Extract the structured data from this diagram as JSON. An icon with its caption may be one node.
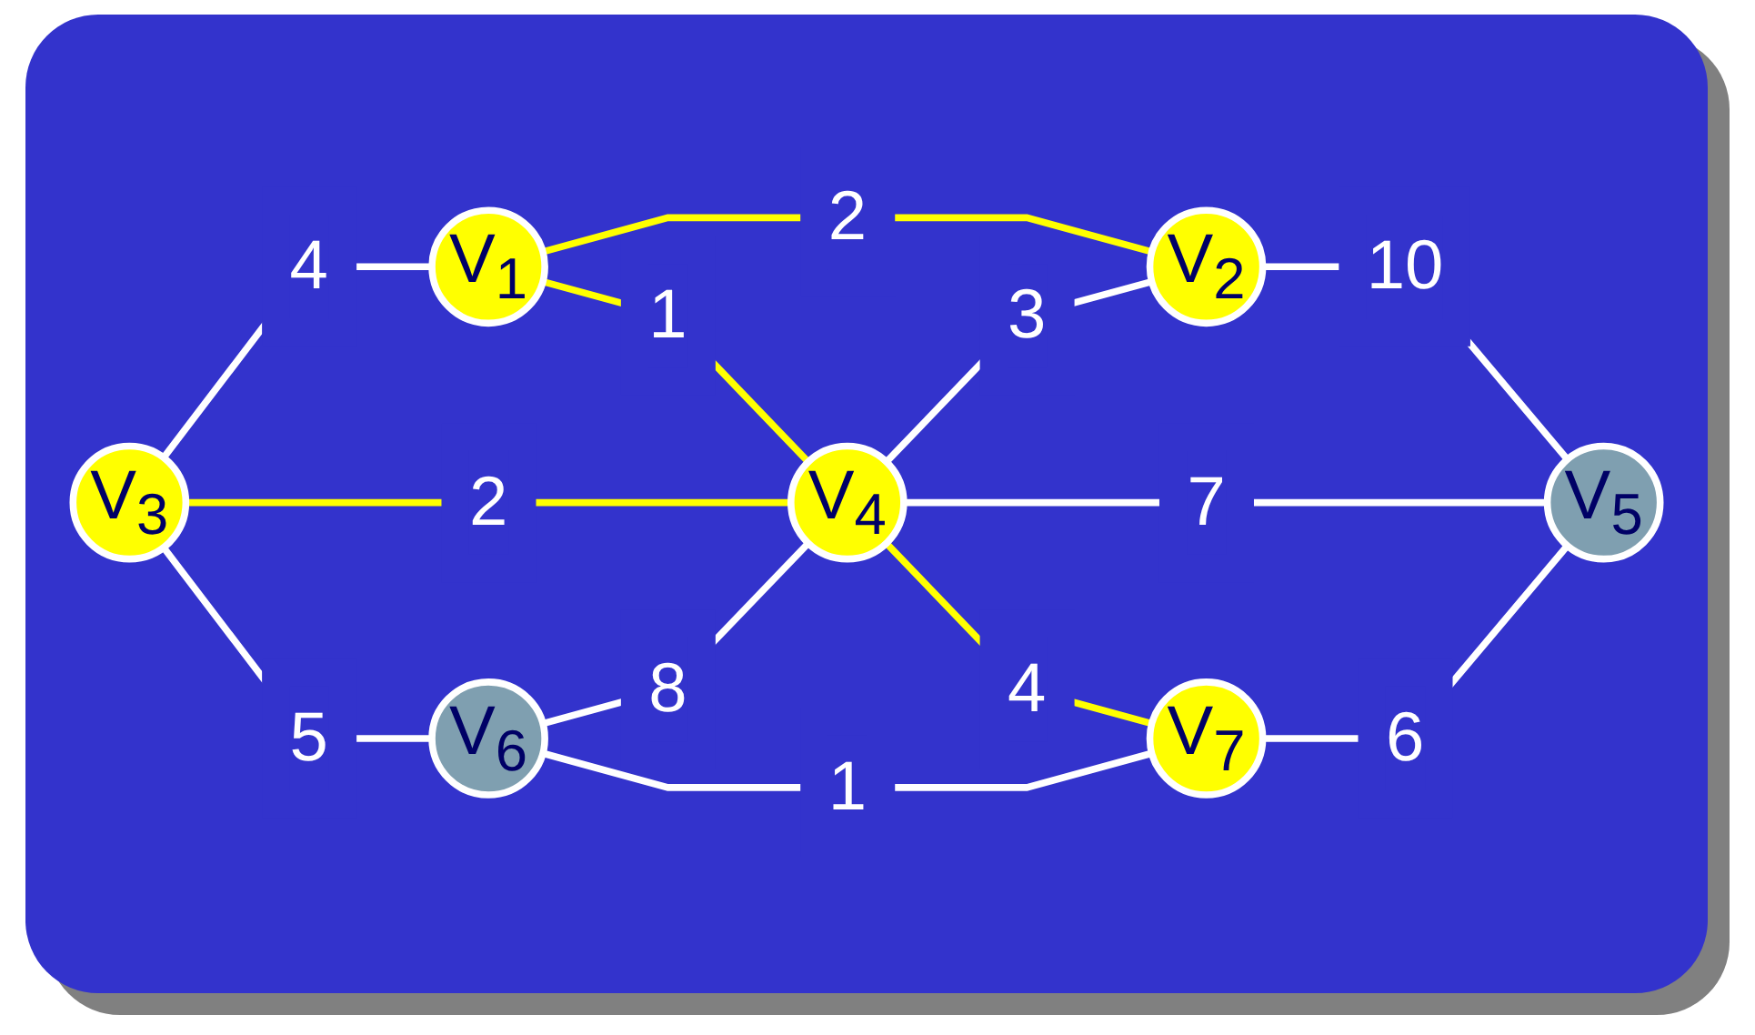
{
  "diagram": {
    "nodes": [
      {
        "text": [
          "V$_{1}$"
        ]
      },
      {
        "text": [
          "V$_{2}$"
        ]
      },
      {
        "text": [
          "V$_{3}$"
        ]
      },
      {
        "text": [
          "V$_{4}$"
        ]
      },
      {
        "text": [
          "V$_{5}$"
        ]
      },
      {
        "text": [
          "V$_{6}$"
        ]
      },
      {
        "text": [
          "V$_{7}$"
        ]
      }
    ],
    "edges": [
      {
        "from": 0,
        "to": 1,
        "arrow": "none",
        "label": "2",
        "color": "#ffff00"
      },
      {
        "from": 2,
        "to": 0,
        "arrow": "none",
        "label": "4"
      },
      {
        "from": 0,
        "to": 3,
        "arrow": "none",
        "label": "1",
        "color": "#ffff00"
      },
      {
        "from": 3,
        "to": 1,
        "arrow": "none",
        "label": "3"
      },
      {
        "from": 1,
        "to": 4,
        "arrow": "none",
        "label": "10"
      },
      {
        "from": 2,
        "to": 3,
        "arrow": "none",
        "label": "2",
        "color": "#ffff00"
      },
      {
        "from": 3,
        "to": 4,
        "arrow": "none",
        "label": "7"
      },
      {
        "from": 2,
        "to": 5,
        "arrow": "none",
        "label": "5"
      },
      {
        "from": 5,
        "to": 3,
        "arrow": "none",
        "label": "8"
      },
      {
        "from": 3,
        "to": 6,
        "arrow": "none",
        "label": "4",
        "color": "#ffff00"
      },
      {
        "from": 6,
        "to": 4,
        "arrow": "none",
        "label": "6"
      },
      {
        "from": 5,
        "to": 6,
        "arrow": "none",
        "label": "1"
      }
    ]
  }
}
